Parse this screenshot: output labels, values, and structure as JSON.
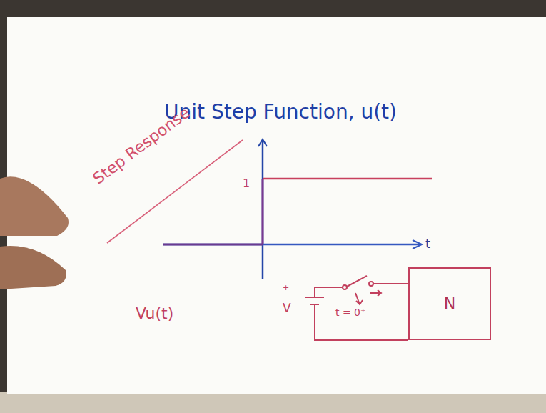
{
  "diagram": {
    "title": "Unit Step Function, u(t)",
    "nodes": [
      {
        "text": [
          "N"
        ]
      }
    ],
    "labels": [
      "Step Response",
      "1",
      "t",
      "Vu(t)",
      "+",
      "V",
      "-",
      "t = 0⁺"
    ]
  }
}
